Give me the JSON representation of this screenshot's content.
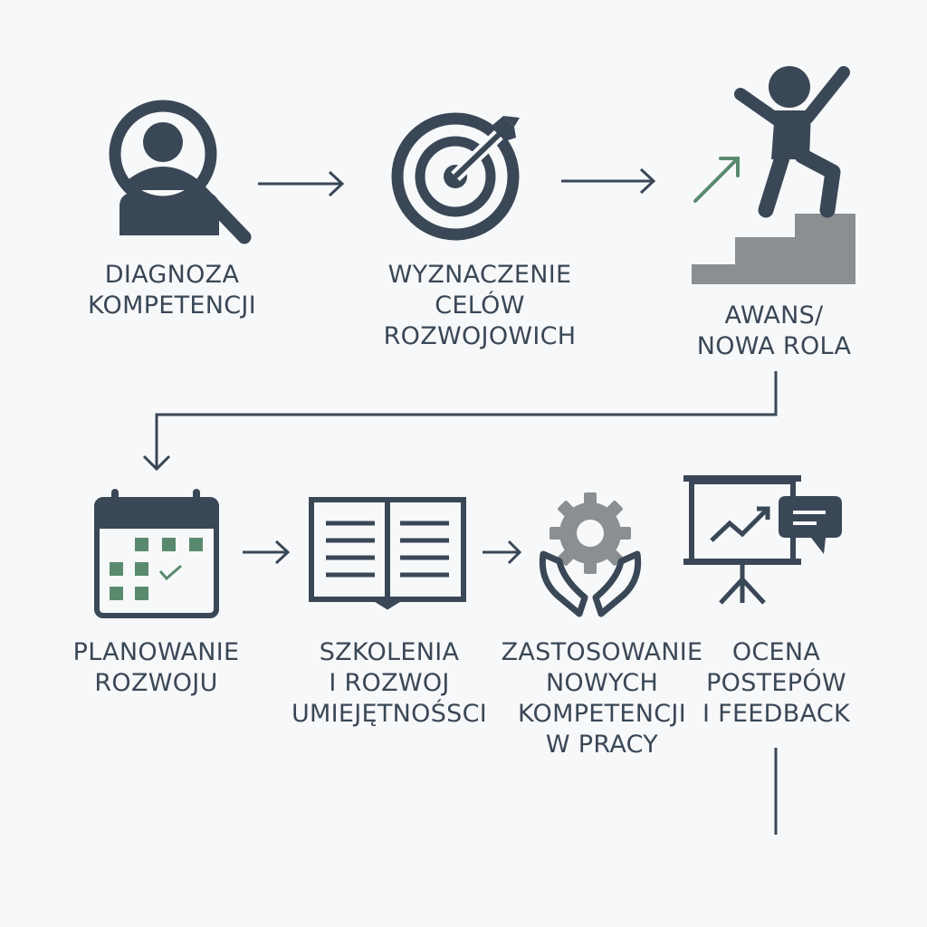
{
  "colors": {
    "primary": "#3a4756",
    "accent_green": "#5a8a6e",
    "accent_gray": "#8c8f91",
    "background": "#f7f8f9"
  },
  "steps": [
    {
      "label": "DIAGNOZA\nKOMPETENCJI",
      "icon": "magnifier-person-icon"
    },
    {
      "label": "WYZNACZENIE\nCELÓW ROZWOJOWICH",
      "icon": "target-arrow-icon"
    },
    {
      "label": "AWANS/\nNOWA ROLA",
      "icon": "person-climbing-stairs-icon"
    },
    {
      "label": "PLANOWANIE\nROZWOJU",
      "icon": "calendar-icon"
    },
    {
      "label": "SZKOLENIA\nI ROZWOJ\nUMIEJĘTNOŚSCI",
      "icon": "open-book-icon"
    },
    {
      "label": "ZASTOSOWANIE\nNOWYCH\nKOMPETENCJI\nW PRACY",
      "icon": "gear-hands-icon"
    },
    {
      "label": "OCENA\nPOSTEPÓW\nI FEEDBACK",
      "icon": "presentation-board-icon"
    }
  ]
}
